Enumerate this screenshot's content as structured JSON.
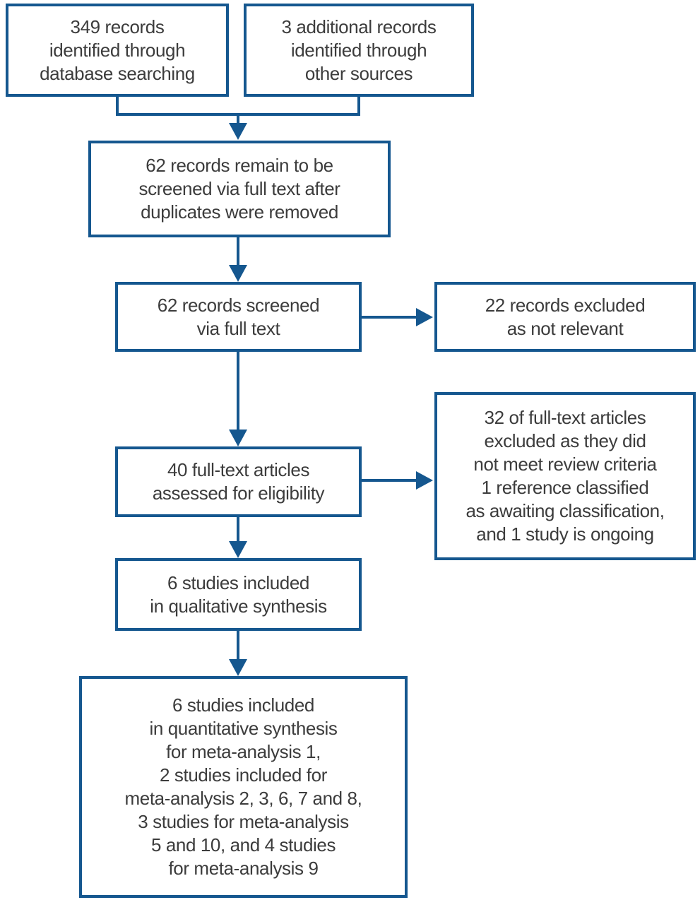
{
  "colors": {
    "line": "#15578F",
    "text": "#3C3C3C",
    "background": "#FFFFFF"
  },
  "boxes": [
    {
      "id": "records-identified-database",
      "lines": [
        "349 records",
        "identified through",
        "database searching"
      ]
    },
    {
      "id": "records-identified-other-sources",
      "lines": [
        "3 additional records",
        "identified through",
        "other sources"
      ]
    },
    {
      "id": "records-after-duplicates-removed",
      "lines": [
        "62 records remain to be",
        "screened via full text after",
        "duplicates were removed"
      ]
    },
    {
      "id": "records-screened-full-text",
      "lines": [
        "62 records screened",
        "via full text"
      ]
    },
    {
      "id": "records-excluded-not-relevant",
      "lines": [
        "22 records excluded",
        "as not relevant"
      ]
    },
    {
      "id": "full-text-assessed-eligibility",
      "lines": [
        "40 full-text articles",
        "assessed for eligibility"
      ]
    },
    {
      "id": "full-text-excluded-reasons",
      "lines": [
        "32 of full-text articles",
        "excluded as they did",
        "not meet review criteria",
        "1 reference classified",
        "as awaiting classification,",
        "and 1 study is ongoing"
      ]
    },
    {
      "id": "studies-qualitative-synthesis",
      "lines": [
        "6 studies included",
        "in qualitative synthesis"
      ]
    },
    {
      "id": "studies-quantitative-synthesis",
      "lines": [
        "6 studies included",
        "in quantitative synthesis",
        "for meta-analysis 1,",
        "2 studies included for",
        "meta-analysis 2, 3, 6, 7 and 8,",
        "3 studies for meta-analysis",
        "5 and 10, and 4 studies",
        "for meta-analysis 9"
      ]
    }
  ]
}
